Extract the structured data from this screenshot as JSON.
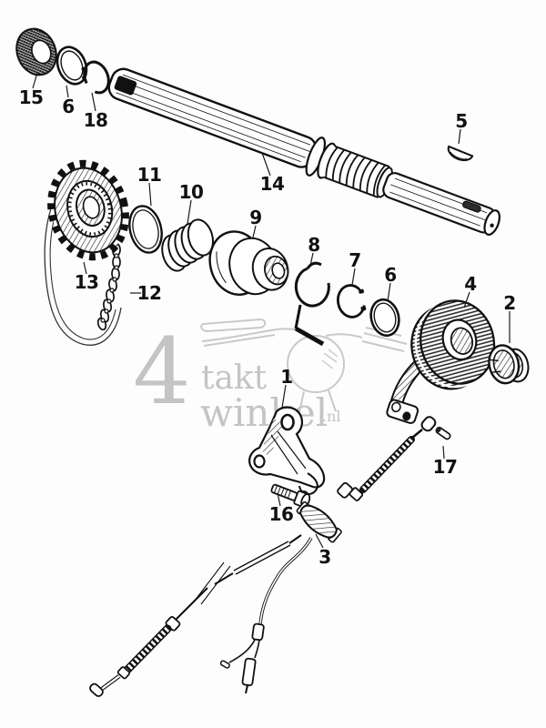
{
  "watermark": {
    "numeral": "4",
    "word1": "takt",
    "word2": "winkel",
    "tld": ".nl",
    "color": "#c4c4c4"
  },
  "colors": {
    "ink": "#141414",
    "paper": "#fdfdfd",
    "watermark_gray": "#c9c9c9"
  },
  "labels": [
    {
      "text": "15"
    },
    {
      "text": "6"
    },
    {
      "text": "18"
    },
    {
      "text": "14"
    },
    {
      "text": "5"
    },
    {
      "text": "11"
    },
    {
      "text": "10"
    },
    {
      "text": "9"
    },
    {
      "text": "13"
    },
    {
      "text": "12"
    },
    {
      "text": "8"
    },
    {
      "text": "7"
    },
    {
      "text": "6"
    },
    {
      "text": "4"
    },
    {
      "text": "2"
    },
    {
      "text": "1"
    },
    {
      "text": "17"
    },
    {
      "text": "16"
    },
    {
      "text": "3"
    }
  ]
}
